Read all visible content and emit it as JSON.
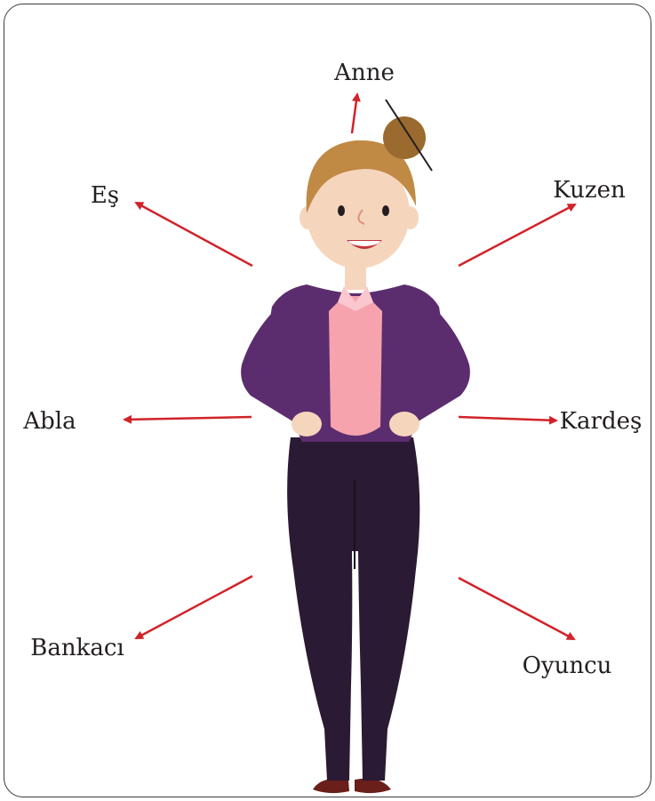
{
  "labels": {
    "top": "Anne",
    "upper_left": "Eş",
    "upper_right": "Kuzen",
    "middle_left": "Abla",
    "middle_right": "Kardeş",
    "lower_left": "Bankacı",
    "lower_right": "Oyuncu"
  },
  "colors": {
    "arrow": "#d1232a",
    "label_text": "#231f20",
    "frame": "#3a3a3a",
    "hair": "#c08a45",
    "skin": "#f6d5bd",
    "jacket": "#5b2d6e",
    "blouse": "#f6a3ae",
    "trousers": "#2b1a33",
    "shoes": "#6a1f1a"
  },
  "icons": {
    "figure": "woman-figure-icon"
  }
}
